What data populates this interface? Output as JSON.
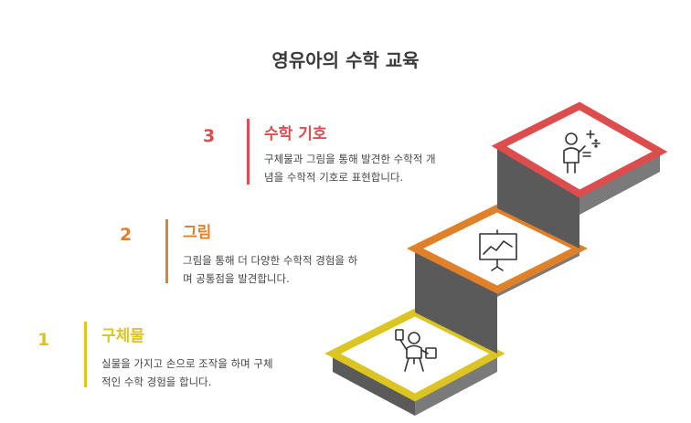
{
  "title": "영유아의 수학 교육",
  "colors": {
    "step1": "#dcc423",
    "step2": "#e0812a",
    "step3": "#de4d4d",
    "stair_dark": "#5a5a5a",
    "stair_mid": "#7a7a7a",
    "stair_light": "#9a9a9a"
  },
  "steps": [
    {
      "number": "1",
      "title": "구체물",
      "description_line1": "실물을 가지고 손으로 조작을 하며 구체",
      "description_line2": "적인 수학 경험을 합니다.",
      "icon": "person-manipulating-objects-icon"
    },
    {
      "number": "2",
      "title": "그림",
      "description_line1": "그림을 통해 더 다양한 수학적 경험을 하",
      "description_line2": "며 공통점을 발견합니다.",
      "icon": "chart-presentation-icon"
    },
    {
      "number": "3",
      "title": "수학 기호",
      "description_line1": "구체물과 그림을 통해 발견한 수학적 개",
      "description_line2": "념을 수학적 기호로 표현합니다.",
      "icon": "teacher-math-symbols-icon"
    }
  ]
}
